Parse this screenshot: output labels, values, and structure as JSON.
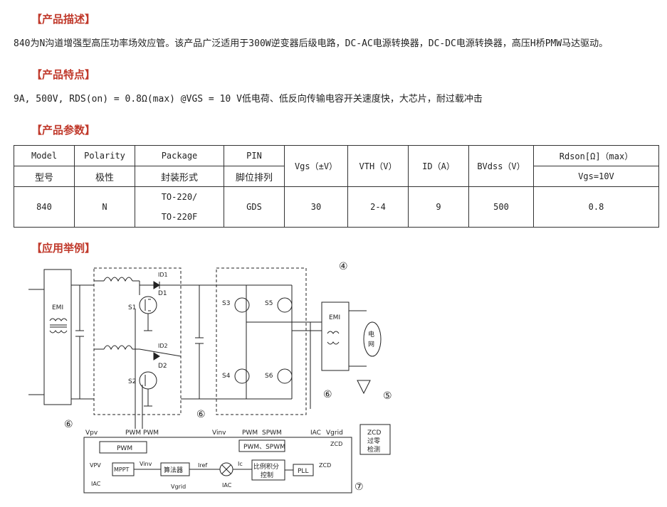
{
  "sections": {
    "desc_title": "【产品描述】",
    "desc_text": "840为N沟道增强型高压功率场效应管。该产品广泛适用于300W逆变器后级电路，DC-AC电源转换器，DC-DC电源转换器，高压H桥PMW马达驱动。",
    "feat_title": "【产品特点】",
    "feat_text": "9A, 500V, RDS(on) = 0.8Ω(max) @VGS = 10 V低电荷、低反向传输电容开关速度快，大芯片，耐过载冲击",
    "param_title": "【产品参数】",
    "app_title": "【应用举例】"
  },
  "table": {
    "model_en": "Model",
    "model_zh": "型号",
    "polarity_en": "Polarity",
    "polarity_zh": "极性",
    "package_en": "Package",
    "package_zh": "封装形式",
    "pin_en": "PIN",
    "pin_zh": "脚位排列",
    "vgs_h": "Vgs（±V）",
    "vth_h": "VTH（V）",
    "id_h": "ID（A）",
    "bvdss_h": "BVdss（V）",
    "rdson_h": "Rdson[Ω]（max）",
    "rdson_cond": "Vgs=10V",
    "row": {
      "model": "840",
      "polarity": "N",
      "package_l1": "TO-220/",
      "package_l2": "TO-220F",
      "pin": "GDS",
      "vgs": "30",
      "vth": "2-4",
      "id": "9",
      "bvdss": "500",
      "rdson": "0.8"
    }
  },
  "circuit": {
    "emi": "EMI",
    "s1": "S1",
    "s2": "S2",
    "s3": "S3",
    "s4": "S4",
    "s5": "S5",
    "s6": "S6",
    "d1": "D1",
    "d2": "D2",
    "id1": "ID1",
    "id2": "ID2",
    "grid_1": "电",
    "grid_2": "网",
    "n4": "④",
    "n5": "⑤",
    "n6": "⑥",
    "n7": "⑦",
    "vpv": "Vpv",
    "pwm_pwm": "PWM PWM",
    "vinv": "Vinv",
    "pwm": "PWM",
    "spwm": "SPWM",
    "iac": "IAC",
    "vgrid": "Vgrid",
    "zcd_box_1": "ZCD",
    "zcd_box_2": "过零",
    "zcd_box_3": "检测",
    "zcd": "ZCD",
    "pwm_box": "PWM",
    "pwm_spwm_box": "PWM、SPWM",
    "mppt": "MPPT",
    "suanfa": "算法器",
    "pi_1": "比例积分",
    "pi_2": "控制",
    "pll": "PLL",
    "iref": "Iref",
    "ic": "Ic",
    "vpv_in": "VPV",
    "iac_in": "IAC",
    "vinv2": "Vinv",
    "vgrid2": "Vgrid",
    "iac2": "IAC"
  }
}
